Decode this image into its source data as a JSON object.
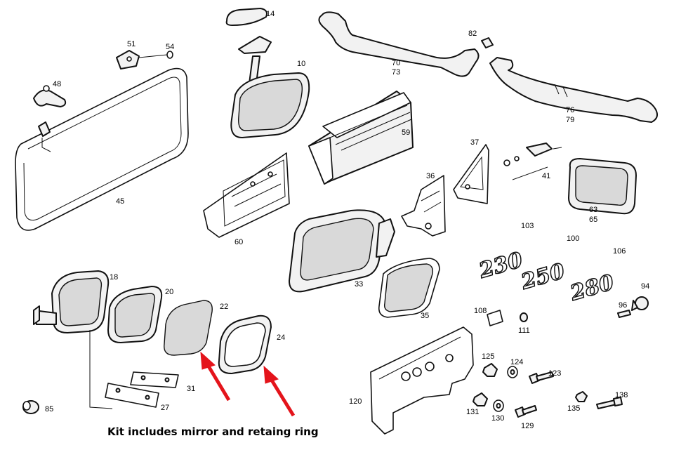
{
  "caption": "Kit includes mirror and retaing ring",
  "emblems": [
    "230",
    "250",
    "280"
  ],
  "part_numbers": {
    "p14": "14",
    "p51": "51",
    "p54": "54",
    "p48": "48",
    "p45": "45",
    "p10": "10",
    "p70": "70",
    "p73": "73",
    "p82": "82",
    "p76": "76",
    "p79": "79",
    "p59": "59",
    "p37": "37",
    "p36": "36",
    "p41": "41",
    "p63": "63",
    "p65": "65",
    "p60": "60",
    "p33": "33",
    "p35": "35",
    "p103": "103",
    "p100": "100",
    "p106": "106",
    "p94": "94",
    "p96": "96",
    "p18": "18",
    "p20": "20",
    "p22": "22",
    "p24": "24",
    "p31": "31",
    "p27": "27",
    "p85": "85",
    "p108": "108",
    "p111": "111",
    "p125": "125",
    "p124": "124",
    "p123": "123",
    "p120": "120",
    "p131": "131",
    "p130": "130",
    "p129": "129",
    "p135": "135",
    "p138": "138"
  },
  "highlight_color": "#e4141b"
}
